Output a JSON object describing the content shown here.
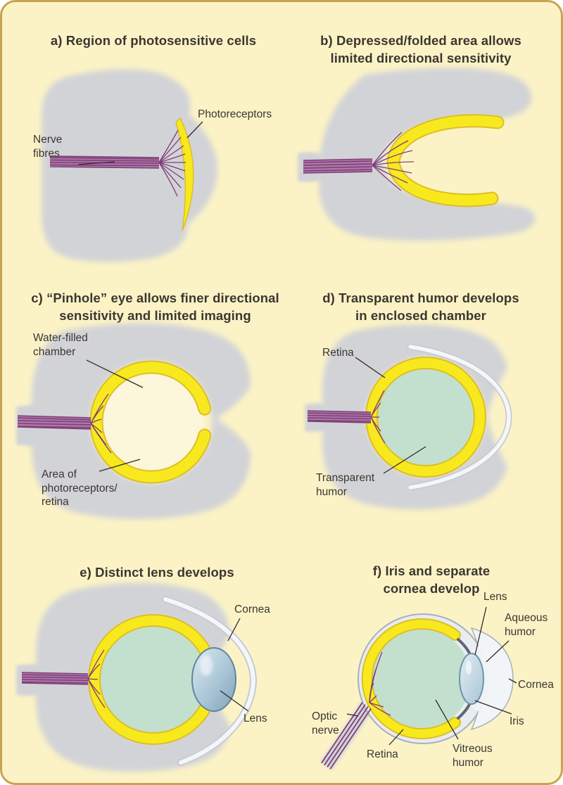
{
  "palette": {
    "background": "#FBF3C6",
    "border": "#C8A353",
    "text": "#3C3630",
    "tissue_gray": "#D2D3D7",
    "photoreceptor_yellow": "#F8E91E",
    "yellow_edge": "#DDBE27",
    "nerve_purple": "#7E3E78",
    "nerve_light": "#AE79A9",
    "humor_green": "#C3E0CF",
    "lens_blue": "#9FBCCE",
    "cornea_white": "#F4F6F8",
    "membrane_gray": "#C6CBD4",
    "leader_line": "#2F2B28"
  },
  "panels": [
    {
      "id": "a",
      "title_lines": [
        "a) Region of photosensitive cells"
      ],
      "labels": [
        {
          "name": "photoreceptors",
          "lines": [
            "Photoreceptors"
          ]
        },
        {
          "name": "nerve-fibres",
          "lines": [
            "Nerve",
            "fibres"
          ]
        }
      ]
    },
    {
      "id": "b",
      "title_lines": [
        "b) Depressed/folded area allows",
        "limited directional sensitivity"
      ],
      "labels": []
    },
    {
      "id": "c",
      "title_lines": [
        "c) “Pinhole” eye allows finer directional",
        "sensitivity and limited imaging"
      ],
      "labels": [
        {
          "name": "water-filled-chamber",
          "lines": [
            "Water-filled",
            "chamber"
          ]
        },
        {
          "name": "photoreceptor-area",
          "lines": [
            "Area of",
            "photoreceptors/",
            "retina"
          ]
        }
      ]
    },
    {
      "id": "d",
      "title_lines": [
        "d) Transparent humor develops",
        "in enclosed chamber"
      ],
      "labels": [
        {
          "name": "retina",
          "lines": [
            "Retina"
          ]
        },
        {
          "name": "transparent-humor",
          "lines": [
            "Transparent",
            "humor"
          ]
        }
      ]
    },
    {
      "id": "e",
      "title_lines": [
        "e) Distinct lens develops"
      ],
      "labels": [
        {
          "name": "cornea",
          "lines": [
            "Cornea"
          ]
        },
        {
          "name": "lens",
          "lines": [
            "Lens"
          ]
        }
      ]
    },
    {
      "id": "f",
      "title_lines": [
        "f) Iris and separate",
        "cornea develop"
      ],
      "labels": [
        {
          "name": "lens",
          "lines": [
            "Lens"
          ]
        },
        {
          "name": "aqueous-humor",
          "lines": [
            "Aqueous",
            "humor"
          ]
        },
        {
          "name": "cornea",
          "lines": [
            "Cornea"
          ]
        },
        {
          "name": "iris",
          "lines": [
            "Iris"
          ]
        },
        {
          "name": "optic-nerve",
          "lines": [
            "Optic",
            "nerve"
          ]
        },
        {
          "name": "retina",
          "lines": [
            "Retina"
          ]
        },
        {
          "name": "vitreous-humor",
          "lines": [
            "Vitreous",
            "humor"
          ]
        }
      ]
    }
  ]
}
